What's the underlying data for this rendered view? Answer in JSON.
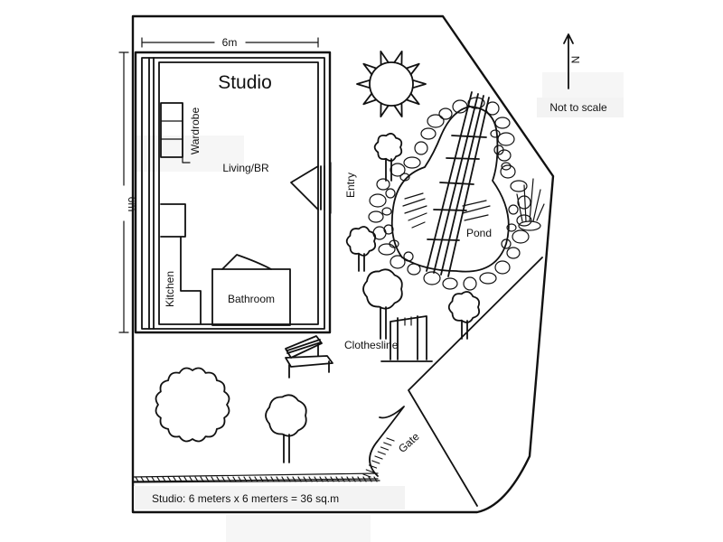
{
  "labels": {
    "studio": "Studio",
    "wardrobe": "Wardrobe",
    "living": "Living/BR",
    "entry": "Entry",
    "kitchen": "Kitchen",
    "bathroom": "Bathroom",
    "pond": "Pond",
    "clothesline": "Clothesline",
    "gate": "Gate",
    "north": "N",
    "scale_note": "Not to scale",
    "dim_width": "6m",
    "dim_height": "6m",
    "area_note": "Studio: 6 meters x 6 merters = 36 sq.m"
  }
}
